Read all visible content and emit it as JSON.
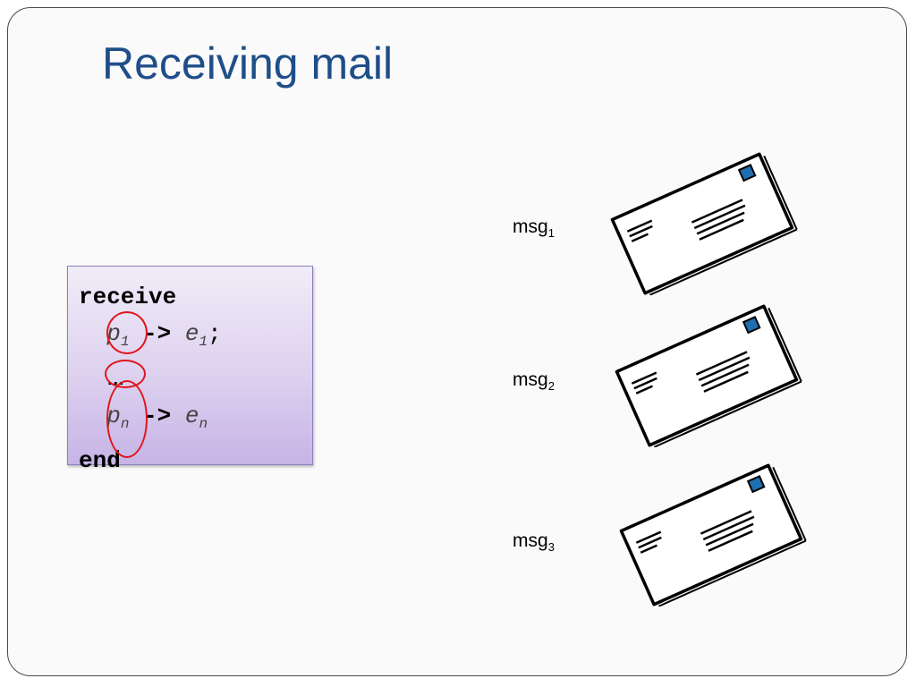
{
  "slide": {
    "title": "Receiving mail"
  },
  "code": {
    "keyword_receive": "receive",
    "pattern_first": "p",
    "pattern_first_sub": "1",
    "arrow": "->",
    "expr_first": "e",
    "expr_first_sub": "1",
    "semicolon": ";",
    "ellipsis": "…",
    "pattern_last": "p",
    "pattern_last_sub": "n",
    "expr_last": "e",
    "expr_last_sub": "n",
    "keyword_end": "end"
  },
  "messages": [
    {
      "label": "msg",
      "sub": "1",
      "icon": "envelope-icon"
    },
    {
      "label": "msg",
      "sub": "2",
      "icon": "envelope-icon"
    },
    {
      "label": "msg",
      "sub": "3",
      "icon": "envelope-icon"
    }
  ],
  "colors": {
    "title": "#1f4e89",
    "highlight_circle": "#e0161b",
    "stamp": "#1f6fb0"
  }
}
